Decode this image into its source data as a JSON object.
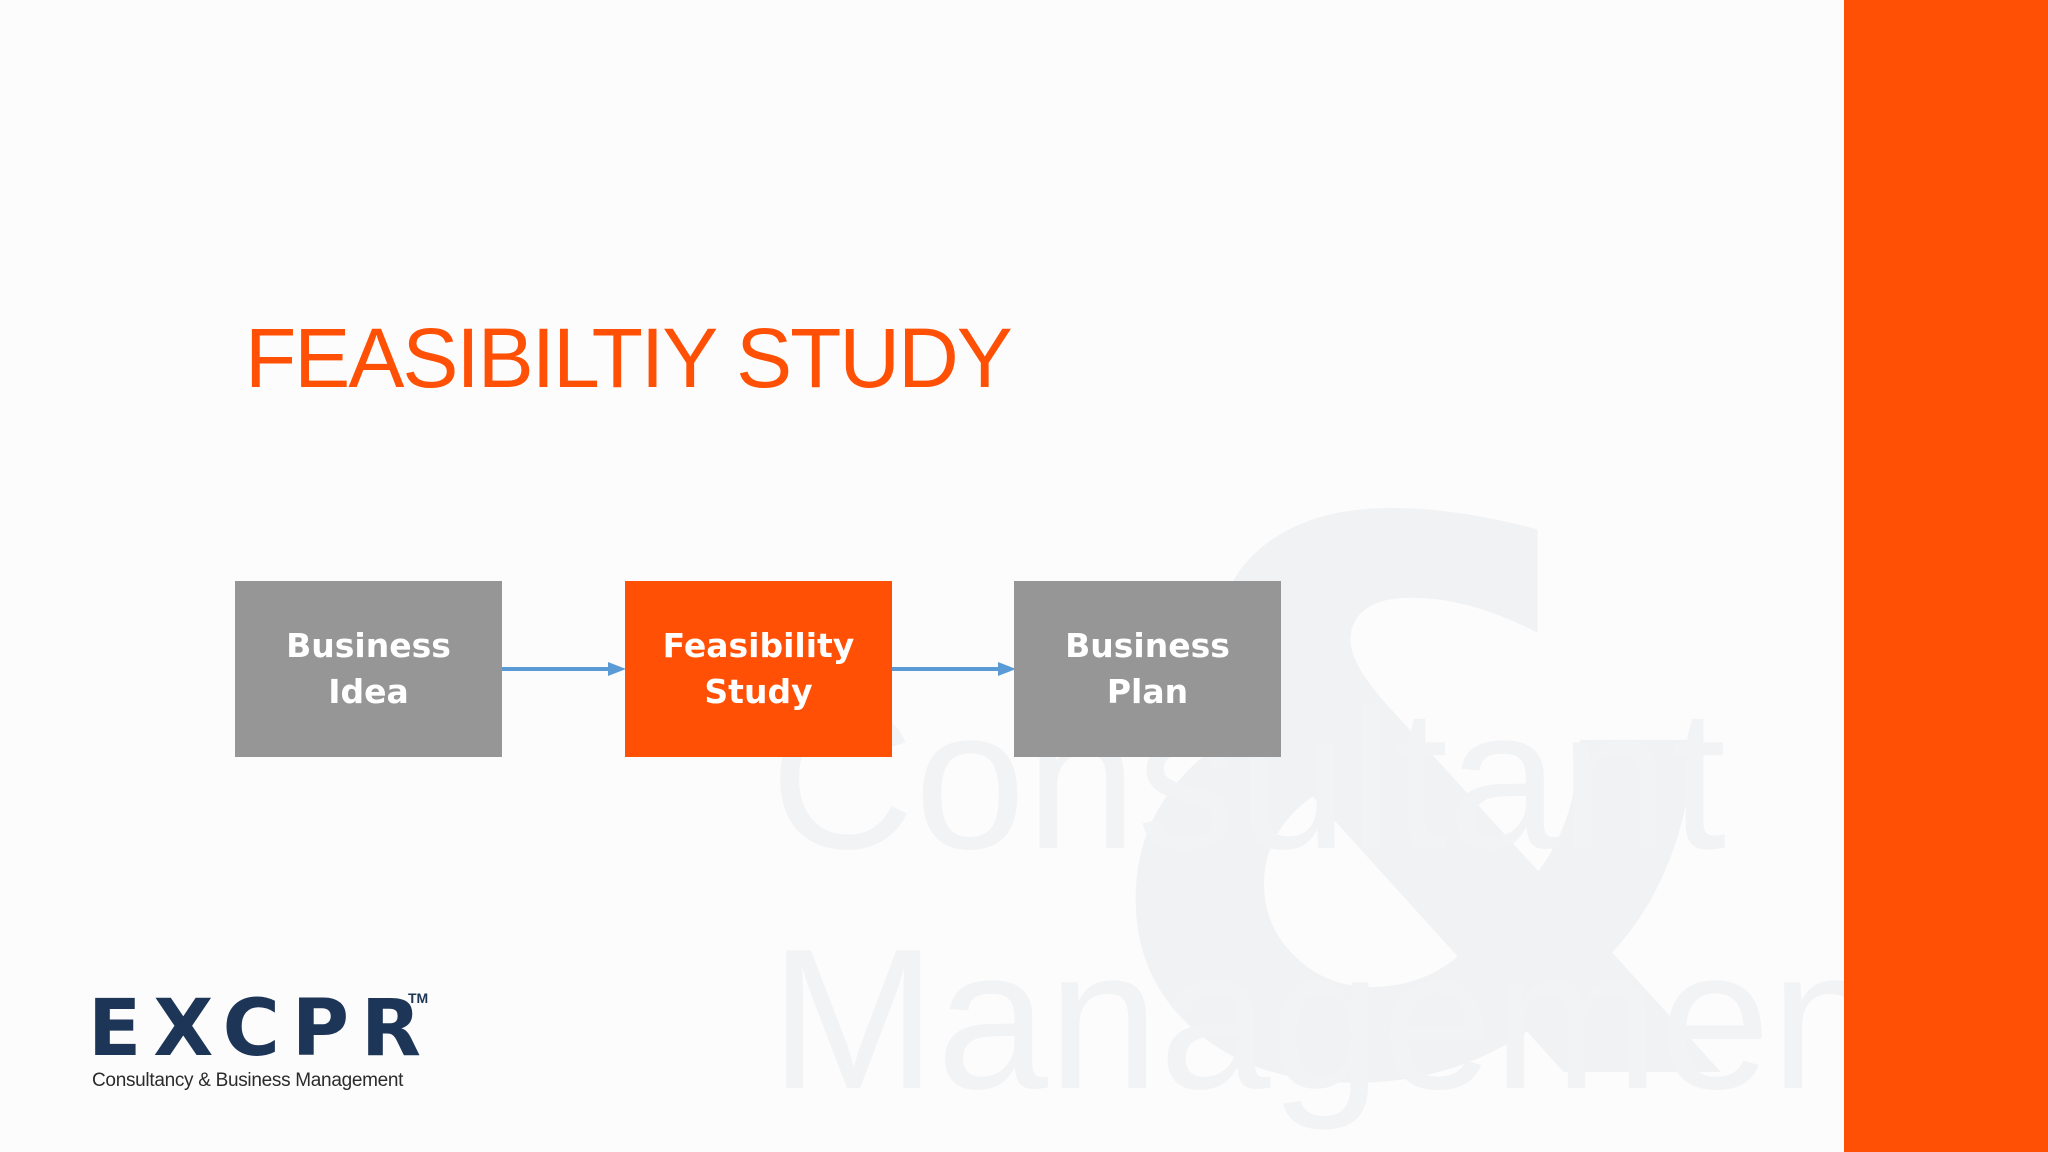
{
  "slide": {
    "title": "FEASIBILTIY STUDY",
    "accent_color": "#ff5005",
    "watermark": {
      "symbol": "&",
      "line1": "Consultant",
      "line2": "Managemen"
    }
  },
  "diagram": {
    "nodes": [
      {
        "label": "Business Idea",
        "color": "#969696"
      },
      {
        "label": "Feasibility Study",
        "color": "#ff5005"
      },
      {
        "label": "Business Plan",
        "color": "#969696"
      }
    ],
    "arrow_color": "#5b9bd5"
  },
  "logo": {
    "wordmark": "EXCPR",
    "trademark": "TM",
    "tagline": "Consultancy & Business Management"
  }
}
